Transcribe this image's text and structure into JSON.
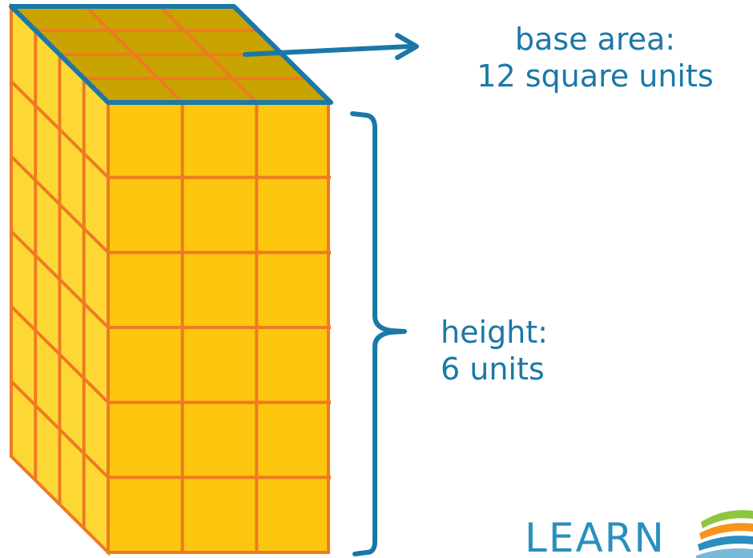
{
  "labels": {
    "base_area_line1": "base area:",
    "base_area_line2": "12 square units",
    "height_line1": "height:",
    "height_line2": "6 units"
  },
  "prism": {
    "base_columns": 3,
    "base_rows": 4,
    "height_layers": 6
  },
  "logo": {
    "text": "LEARN"
  },
  "colors": {
    "cube_front": "#fdc70f",
    "cube_side": "#fdd835",
    "cube_top": "#c9a300",
    "grid_lines": "#ee7a22",
    "outline_blue": "#1a78a8",
    "logo_green": "#8dc63f",
    "logo_orange": "#f7941d",
    "logo_blue": "#2a8fbf"
  }
}
